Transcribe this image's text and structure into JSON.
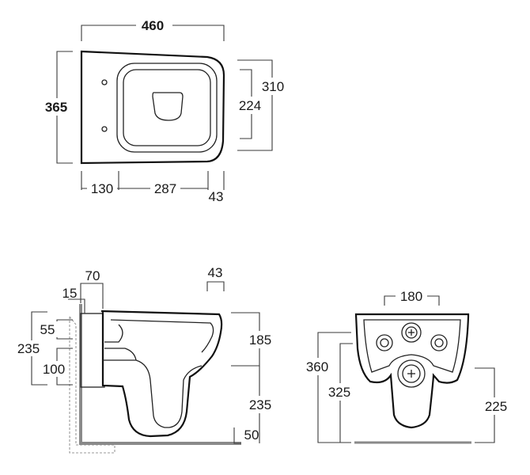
{
  "top_view": {
    "width_total": "460",
    "depth_total": "365",
    "rim_depth": "310",
    "seat_depth": "224",
    "offset_back": "130",
    "mid_span": "287",
    "front_offset": "43"
  },
  "side_view": {
    "wall_offset": "70",
    "plate_thickness": "15",
    "front_lip": "43",
    "upper_gap": "55",
    "left_height": "235",
    "lower_gap": "100",
    "bowl_height": "185",
    "floor_height": "235",
    "floor_offset": "50"
  },
  "back_view": {
    "fixing_span": "180",
    "height_total": "360",
    "outlet_height": "325",
    "inlet_height": "225"
  }
}
